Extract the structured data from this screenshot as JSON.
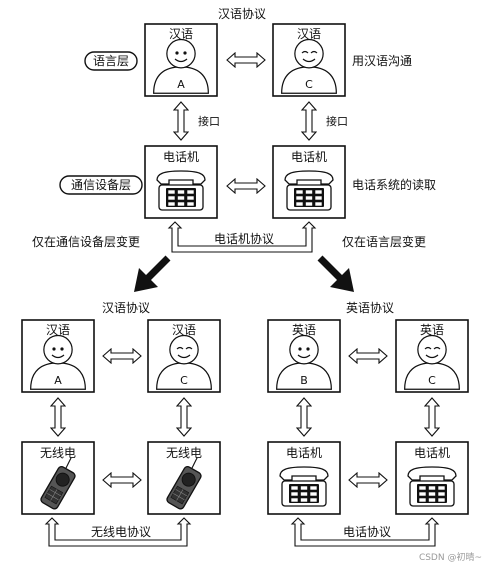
{
  "top": {
    "protocol": "汉语协议",
    "language_layer": "语言层",
    "device_layer": "通信设备层",
    "interface": "接口",
    "left_box_label": "汉语",
    "left_person": "A",
    "right_box_label": "汉语",
    "right_person": "C",
    "right_note_language": "用汉语沟通",
    "left_device_label": "电话机",
    "right_device_label": "电话机",
    "right_note_device": "电话系统的读取",
    "device_protocol": "电话机协议"
  },
  "branches": {
    "left_caption": "仅在通信设备层变更",
    "right_caption": "仅在语言层变更"
  },
  "bottom_left": {
    "protocol": "汉语协议",
    "box1_label": "汉语",
    "box1_person": "A",
    "box2_label": "汉语",
    "box2_person": "C",
    "device1_label": "无线电",
    "device2_label": "无线电",
    "device_protocol": "无线电协议"
  },
  "bottom_right": {
    "protocol": "英语协议",
    "box1_label": "英语",
    "box1_person": "B",
    "box2_label": "英语",
    "box2_person": "C",
    "device1_label": "电话机",
    "device2_label": "电话机",
    "device_protocol": "电话协议"
  },
  "watermark": "CSDN @初晴~"
}
